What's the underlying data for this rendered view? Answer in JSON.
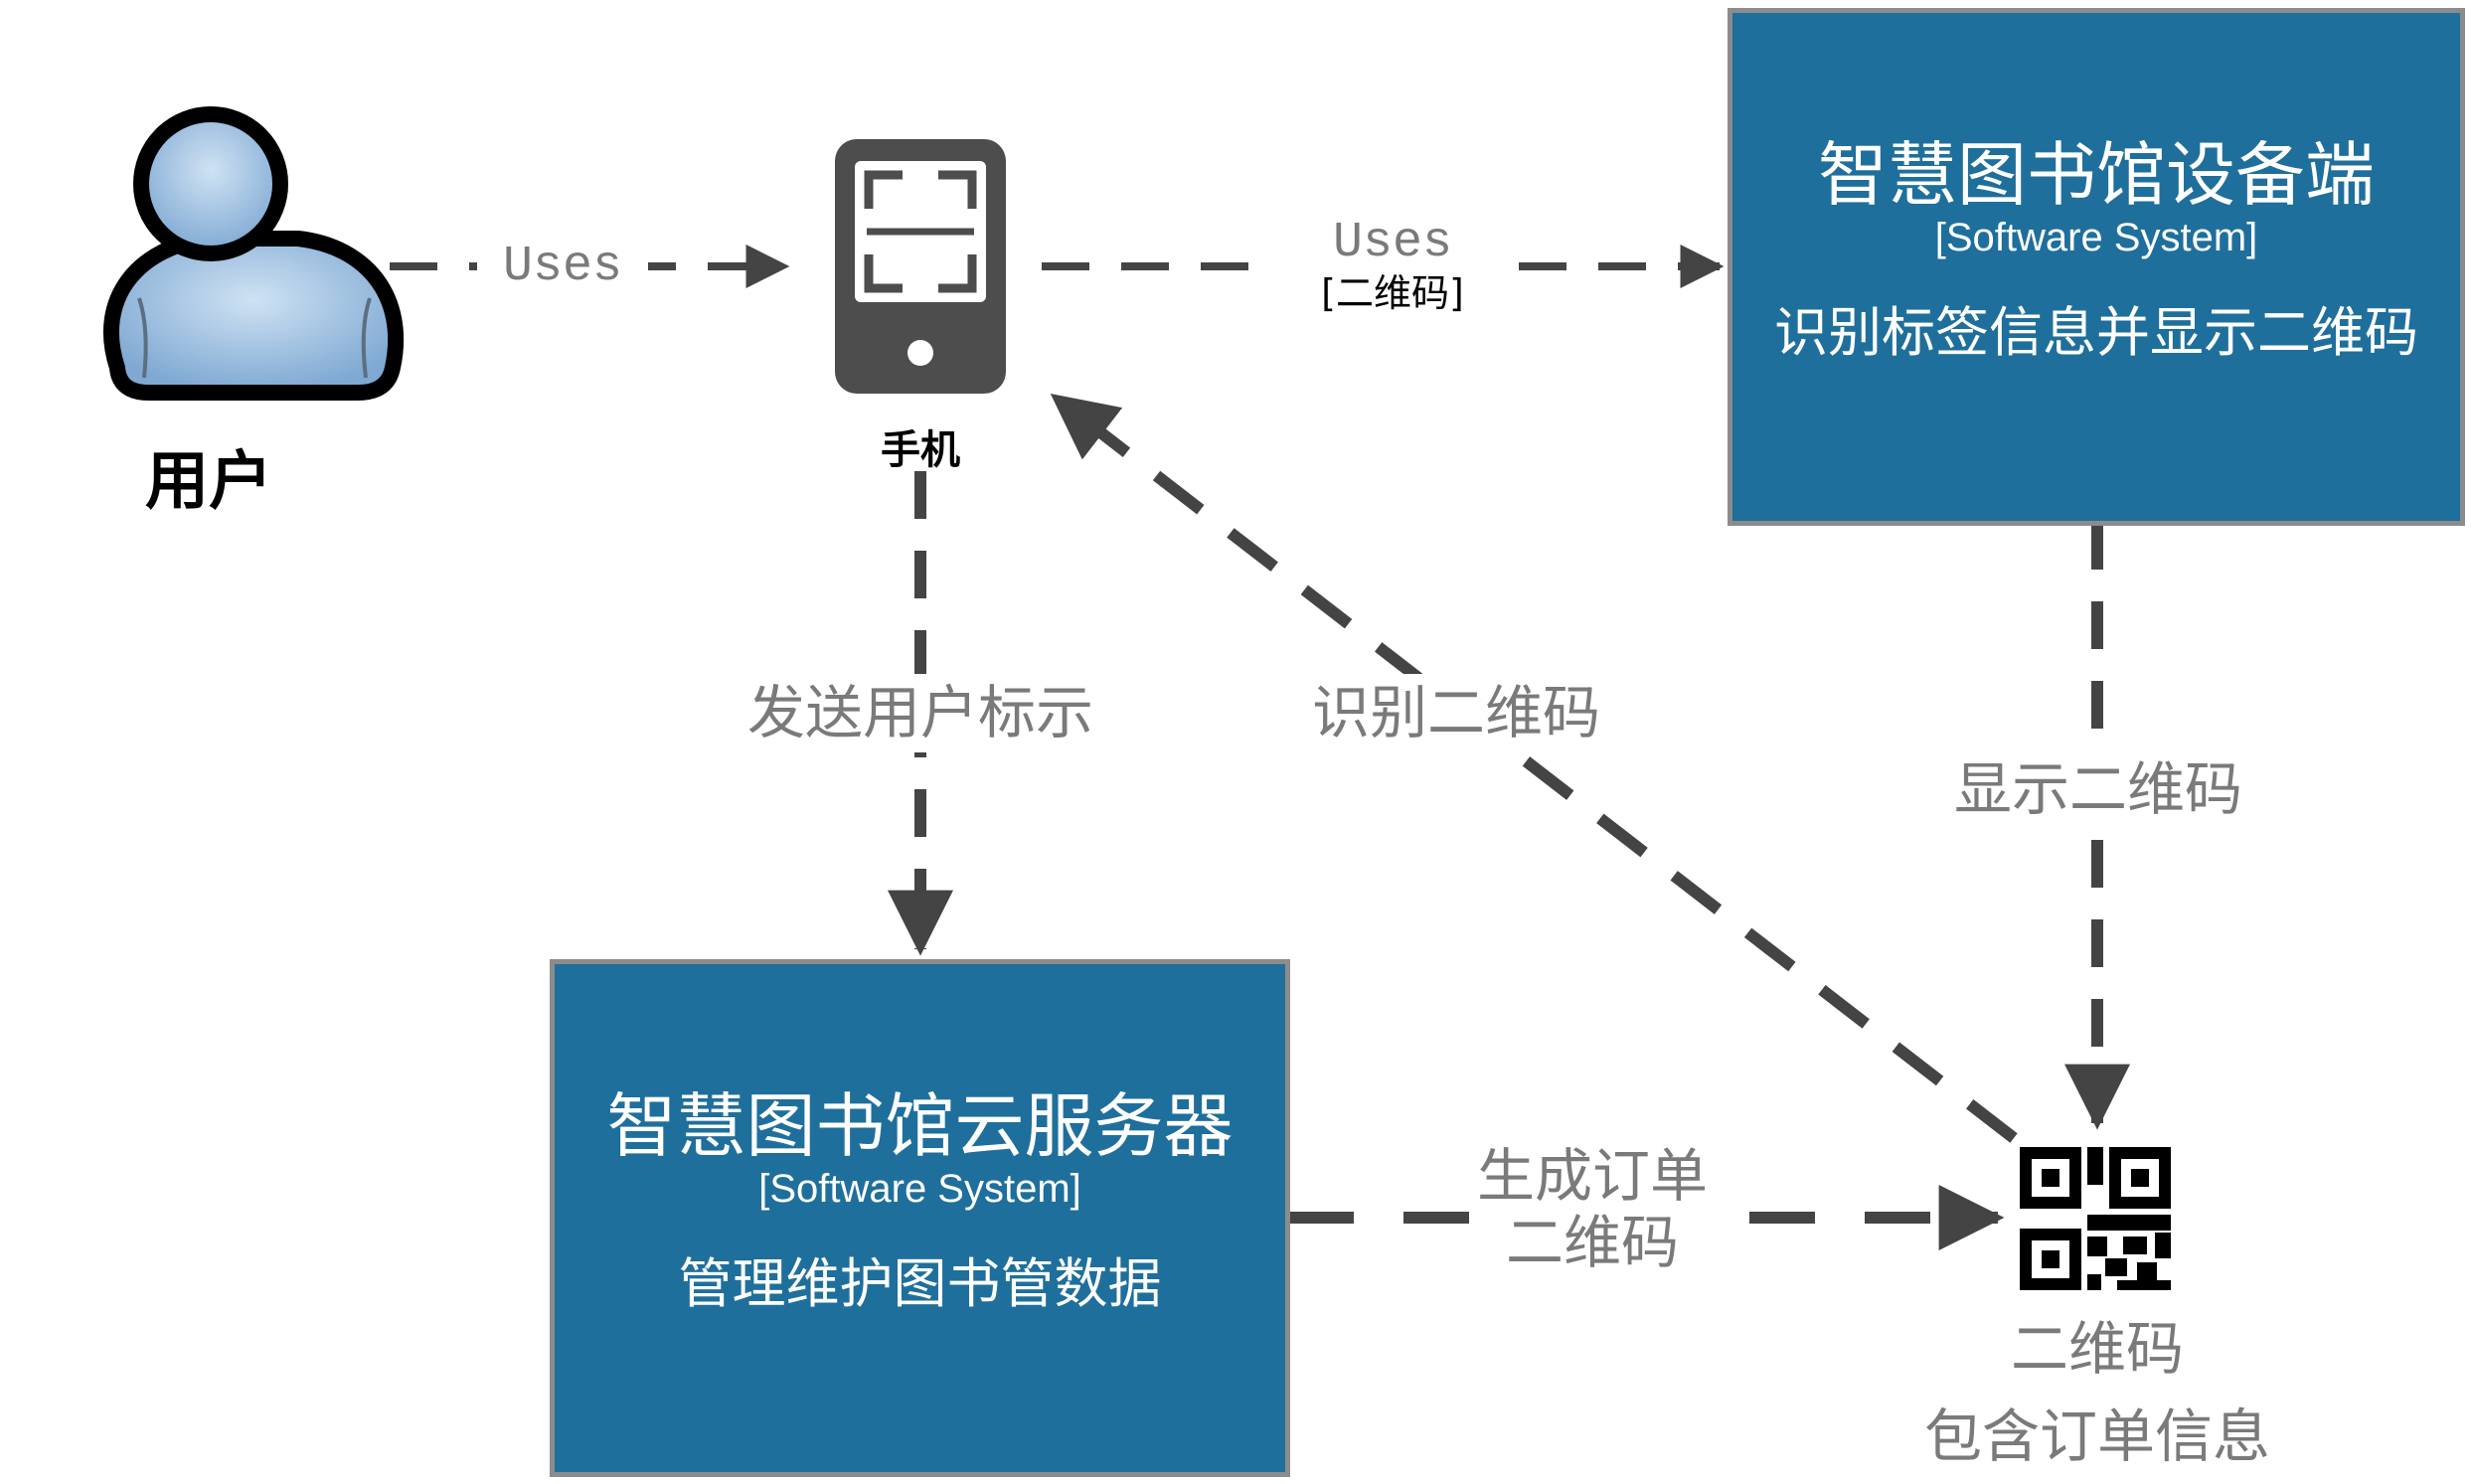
{
  "nodes": {
    "user": {
      "label": "用户"
    },
    "phone": {
      "label": "手机"
    },
    "device": {
      "title": "智慧图书馆设备端",
      "type": "[Software System]",
      "description": "识别标签信息并显示二维码"
    },
    "server": {
      "title": "智慧图书馆云服务器",
      "type": "[Software System]",
      "description": "管理维护图书管数据"
    },
    "qrcode": {
      "label": "二维码",
      "description": "包含订单信息"
    }
  },
  "edges": {
    "user_phone": {
      "label": "Uses"
    },
    "phone_device": {
      "label": "Uses",
      "technology": "[二维码]"
    },
    "phone_server": {
      "label": "发送用户标示"
    },
    "qr_phone": {
      "label": "识别二维码"
    },
    "device_qr": {
      "label": "显示二维码"
    },
    "server_qr": {
      "line1": "生成订单",
      "line2": "二维码"
    }
  },
  "colors": {
    "system_fill": "#1f6f9c",
    "system_border": "#8c8c8c",
    "arrow": "#444444",
    "edge_label": "#7a7a7a",
    "person_fill": "#9cc0e0"
  }
}
